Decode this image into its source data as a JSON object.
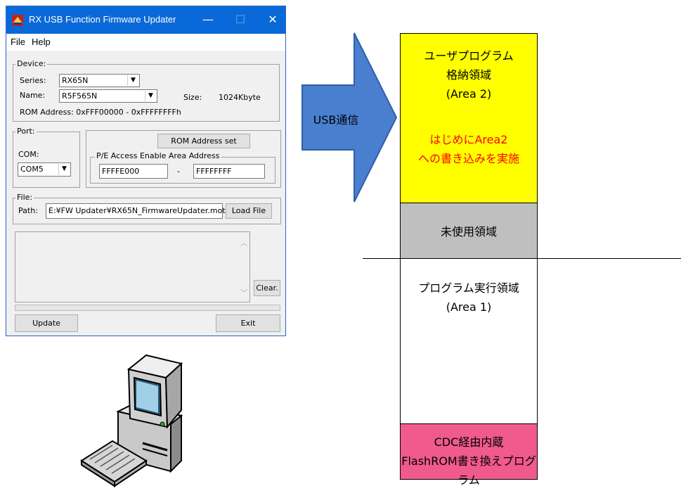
{
  "window": {
    "title": "RX USB Function Firmware Updater",
    "minimize": "—",
    "maximize": "☐",
    "close": "✕",
    "menu": [
      "File",
      "Help"
    ]
  },
  "device": {
    "group_label": "Device:",
    "series_label": "Series:",
    "series_value": "RX65N",
    "name_label": "Name:",
    "name_value": "R5F565N",
    "size_label": "Size:",
    "size_value": "1024Kbyte",
    "rom_address": "ROM Address: 0xFFF00000 - 0xFFFFFFFFh"
  },
  "port": {
    "group_label": "Port:",
    "com_label": "COM:",
    "com_value": "COM5"
  },
  "rom": {
    "button": "ROM Address set",
    "group_label": "P/E Access Enable Area Address",
    "start": "FFFFE000",
    "dash": "-",
    "end": "FFFFFFFF"
  },
  "file": {
    "group_label": "File:",
    "path_label": "Path:",
    "path_value": "E:¥FW Updater¥RX65N_FirmwareUpdater.mot",
    "load_button": "Load File"
  },
  "log": {
    "clear_button": "Clear."
  },
  "actions": {
    "update": "Update",
    "exit": "Exit"
  },
  "arrow": {
    "label": "USB通信"
  },
  "memory": {
    "area2_lines": [
      "ユーザプログラム",
      "格納領域",
      "(Area 2)"
    ],
    "area2_note": [
      "はじめにArea2",
      "への書き込みを実施"
    ],
    "unused": "未使用領域",
    "area1_lines": [
      "プログラム実行領域",
      "(Area 1)"
    ],
    "cdc_lines": [
      "CDC経由内蔵",
      "FlashROM書き換えプログラム"
    ]
  },
  "colors": {
    "area2": "#ffff00",
    "unused": "#bfbfbf",
    "cdc": "#f05a8c",
    "arrow": "#4a7fd0",
    "note": "#ff0000",
    "titlebar": "#0a69d8"
  }
}
